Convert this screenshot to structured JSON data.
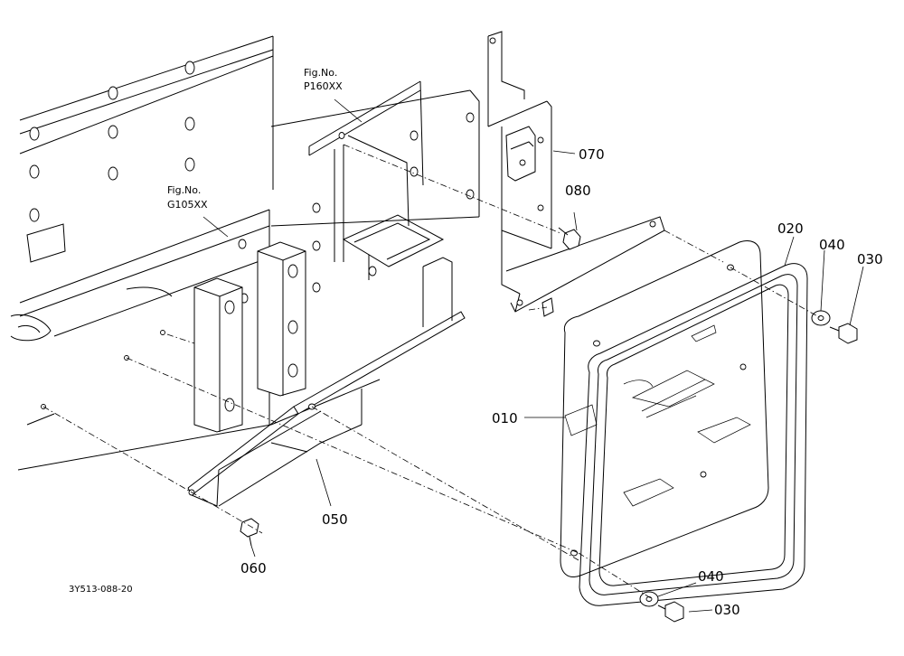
{
  "diagram": {
    "figure_code": "3Y513-088-20",
    "references": [
      {
        "line1": "Fig.No.",
        "line2": "P160XX"
      },
      {
        "line1": "Fig.No.",
        "line2": "G105XX"
      }
    ],
    "part_labels": [
      "070",
      "080",
      "020",
      "040",
      "030",
      "010",
      "050",
      "060",
      "040",
      "030"
    ]
  },
  "colors": {
    "ink": "#000000",
    "paper": "#ffffff"
  }
}
